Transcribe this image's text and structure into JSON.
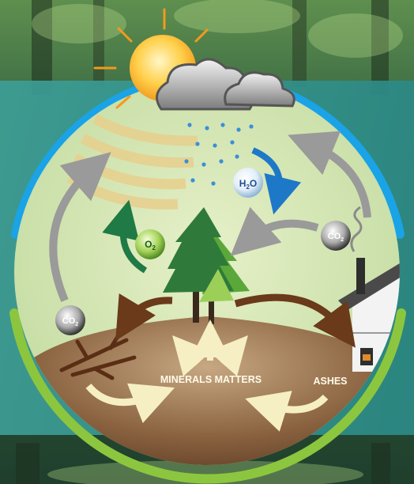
{
  "labels": {
    "minerals": "MINERALS MATTERS",
    "ashes": "ASHES"
  },
  "molecules": {
    "water": {
      "main": "H",
      "sub": "2",
      "tail": "O"
    },
    "oxygen": {
      "main": "O",
      "sub": "2"
    },
    "co2_left": {
      "main": "CO",
      "sub": "2"
    },
    "co2_right": {
      "main": "CO",
      "sub": "2"
    }
  },
  "colors": {
    "sky_arc": "#1aa3e6",
    "ground_arc": "#8cc63f",
    "inner_circle": "#d8e9b8",
    "soil": "#7a5535",
    "brown_arrow": "#6a3a1a",
    "gray_arrow": "#9a9a9a",
    "water_arrow": "#1e78c8",
    "oxygen_arrow": "#1f7a45",
    "cream_arrow": "#f6efc4",
    "sun": "#ffc53a"
  },
  "icons": [
    "sun-icon",
    "cloud-icon",
    "rain-icon",
    "tree-icon",
    "house-icon",
    "smoke-icon",
    "fallen-branch-icon"
  ]
}
